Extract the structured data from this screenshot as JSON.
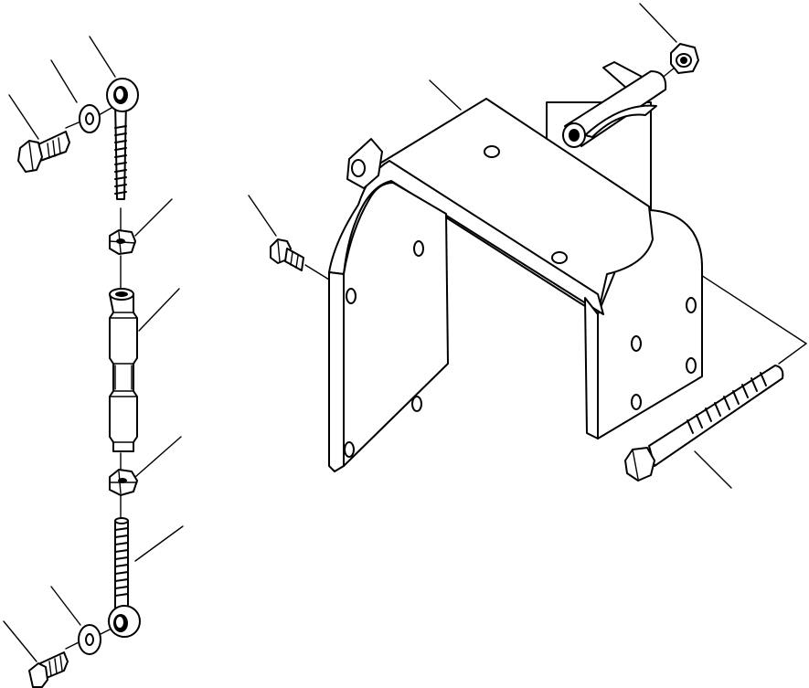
{
  "figure": {
    "type": "exploded-parts-diagram",
    "labels_printed": false,
    "line_color": "#000000",
    "background_color": "#ffffff",
    "parts": [
      "turnbuckle-rod-upper",
      "turnbuckle-rod-lower",
      "turnbuckle-sleeve",
      "upper-locknut",
      "lower-locknut",
      "upper-bolt",
      "upper-washer",
      "lower-bolt",
      "lower-washer",
      "support-bracket",
      "bracket-bolt",
      "pivot-pin",
      "pin-nut",
      "long-bolt"
    ]
  }
}
